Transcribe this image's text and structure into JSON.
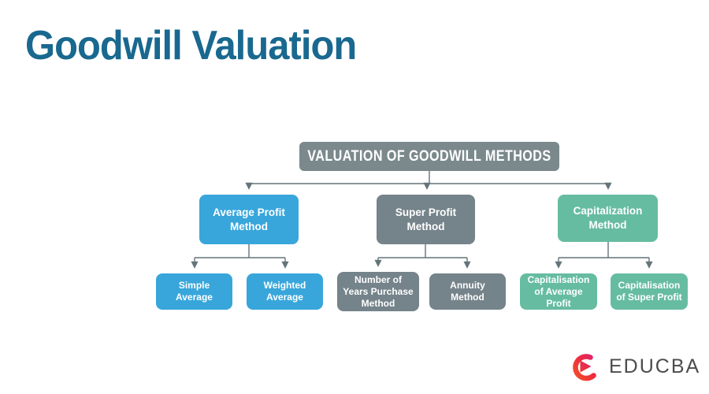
{
  "page": {
    "title": "Goodwill Valuation",
    "title_color": "#19688f",
    "background": "#ffffff"
  },
  "diagram": {
    "connector_color": "#64747a",
    "root": {
      "label": "VALUATION OF GOODWILL METHODS",
      "color": "#7b898d",
      "text_color": "#ffffff"
    },
    "branches": [
      {
        "label": "Average Profit Method",
        "color": "#38a6db",
        "children": [
          {
            "label": "Simple Average"
          },
          {
            "label": "Weighted Average"
          }
        ]
      },
      {
        "label": "Super Profit Method",
        "color": "#75838a",
        "children": [
          {
            "label": "Number of Years Purchase Method"
          },
          {
            "label": "Annuity Method"
          }
        ]
      },
      {
        "label": "Capitalization Method",
        "color": "#66bca1",
        "children": [
          {
            "label": "Capitalisation of Average Profit"
          },
          {
            "label": "Capitalisation of Super Profit"
          }
        ]
      }
    ]
  },
  "logo": {
    "brand": "EDUCBA",
    "icon": "educba-swirl-play-icon",
    "icon_colors": [
      "#f4502a",
      "#e0246f"
    ],
    "text_color": "#4c4c4e"
  }
}
